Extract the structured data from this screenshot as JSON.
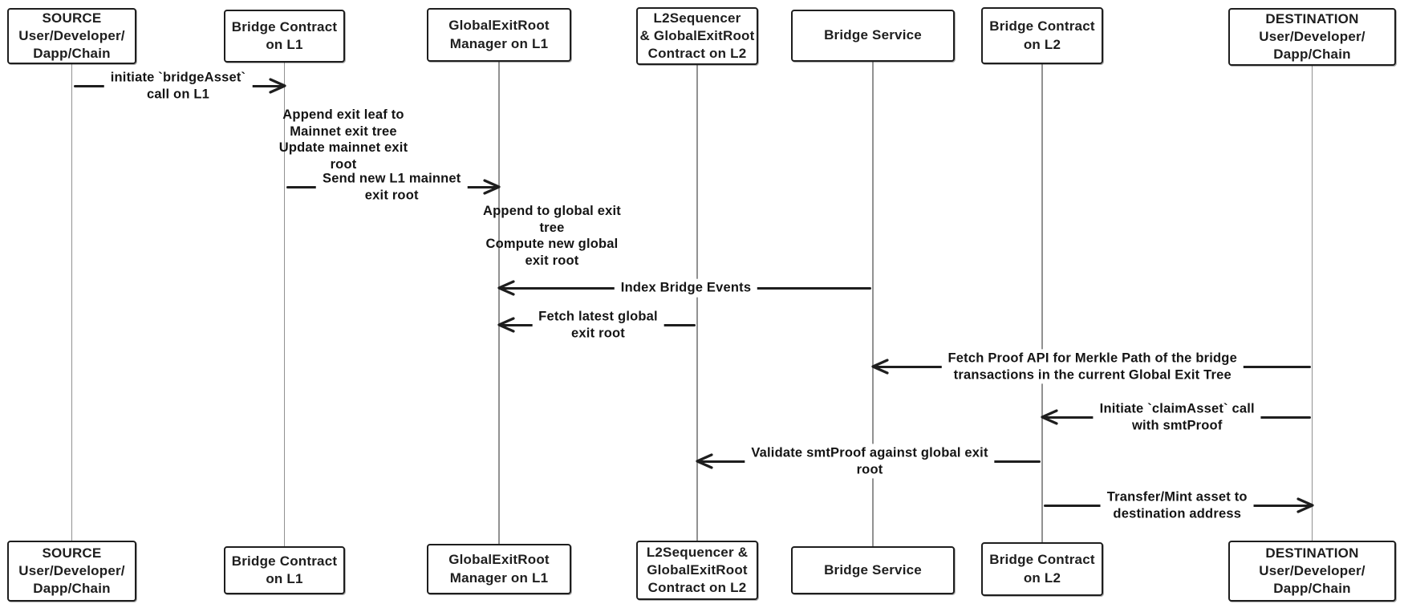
{
  "diagram": {
    "type": "sequence-diagram",
    "style": "hand-drawn",
    "colors": {
      "background": "#ffffff",
      "ink": "#1e1e1e",
      "lifeline": "#919191"
    },
    "participants": [
      {
        "id": "source",
        "label": "SOURCE\nUser/Developer/\nDapp/Chain"
      },
      {
        "id": "bridge-l1",
        "label": "Bridge Contract\non L1"
      },
      {
        "id": "germ-l1",
        "label": "GlobalExitRoot\nManager on L1"
      },
      {
        "id": "l2seq",
        "label": "L2Sequencer\n& GlobalExitRoot\nContract on L2",
        "label_bottom": "L2Sequencer &\nGlobalExitRoot\nContract on L2"
      },
      {
        "id": "bridge-service",
        "label": "Bridge Service"
      },
      {
        "id": "bridge-l2",
        "label": "Bridge Contract\non L2"
      },
      {
        "id": "destination",
        "label": "DESTINATION\nUser/Developer/\nDapp/Chain"
      }
    ],
    "messages": [
      {
        "type": "arrow",
        "from": "source",
        "to": "bridge-l1",
        "direction": "right",
        "label": "initiate `bridgeAsset`\ncall on L1"
      },
      {
        "type": "note",
        "at": "bridge-l1",
        "label": "Append exit leaf to\nMainnet exit tree\nUpdate mainnet exit\nroot"
      },
      {
        "type": "arrow",
        "from": "bridge-l1",
        "to": "germ-l1",
        "direction": "right",
        "label": "Send new L1 mainnet\nexit root"
      },
      {
        "type": "note",
        "at": "germ-l1",
        "label": "Append to global exit\ntree\nCompute new global\nexit root"
      },
      {
        "type": "arrow",
        "from": "bridge-service",
        "to": "germ-l1",
        "direction": "left",
        "label": "Index Bridge Events"
      },
      {
        "type": "arrow",
        "from": "l2seq",
        "to": "germ-l1",
        "direction": "left",
        "label": "Fetch latest global\nexit root"
      },
      {
        "type": "arrow",
        "from": "destination",
        "to": "bridge-service",
        "direction": "left",
        "label": "Fetch Proof API for Merkle Path of the bridge\ntransactions in the current Global Exit Tree"
      },
      {
        "type": "arrow",
        "from": "destination",
        "to": "bridge-l2",
        "direction": "left",
        "label": "Initiate `claimAsset` call\nwith smtProof"
      },
      {
        "type": "arrow",
        "from": "bridge-l2",
        "to": "l2seq",
        "direction": "left",
        "label": "Validate smtProof against global exit\nroot"
      },
      {
        "type": "arrow",
        "from": "bridge-l2",
        "to": "destination",
        "direction": "right",
        "label": "Transfer/Mint asset to\ndestination address"
      }
    ]
  }
}
